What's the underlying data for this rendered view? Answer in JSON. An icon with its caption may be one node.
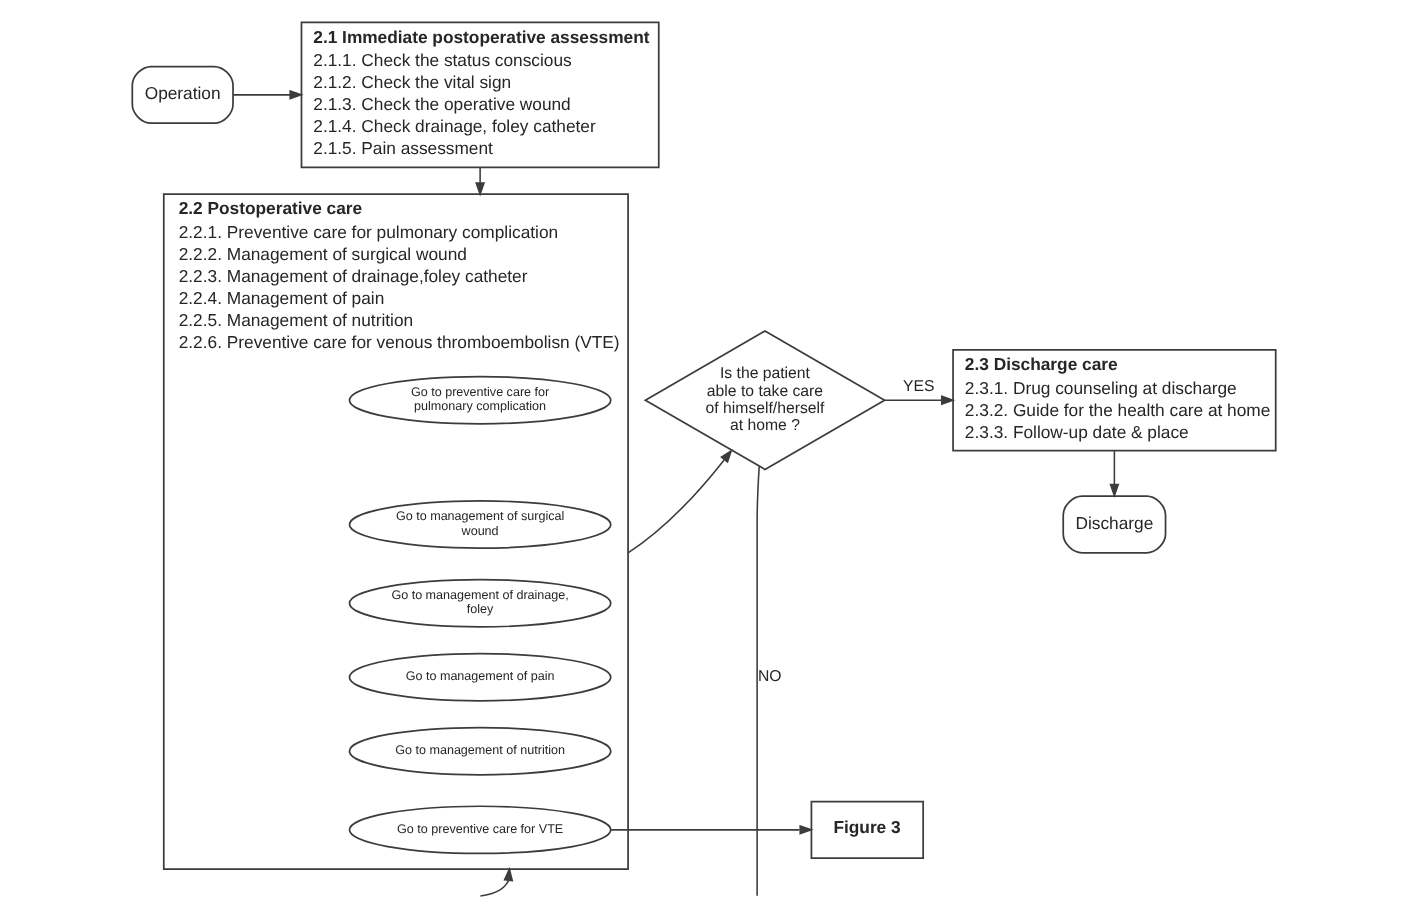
{
  "diagram": {
    "nodes": [
      {
        "text": [
          "Operation"
        ]
      },
      {
        "text": [
          "2.1 Immediate postoperative assessment",
          "2.1.1. Check the status conscious",
          "2.1.2. Check the vital sign",
          "2.1.3. Check the operative wound",
          "2.1.4. Check drainage, foley catheter",
          "2.1.5. Pain assessment"
        ]
      },
      {
        "text": [
          "2.2 Postoperative care",
          "2.2.1. Preventive care for pulmonary complication",
          "2.2.2. Management of surgical wound",
          "2.2.3. Management of drainage,foley catheter",
          "2.2.4. Management of pain",
          "2.2.5. Management of nutrition",
          "2.2.6. Preventive care for venous thromboembolisn (VTE)"
        ]
      },
      {
        "text": [
          "Go to preventive care for pulmonary complication"
        ],
        "in": 2
      },
      {
        "text": [
          "Go to management of surgical wound"
        ],
        "in": 2
      },
      {
        "text": [
          "Go to management of drainage, foley"
        ],
        "in": 2
      },
      {
        "text": [
          "Go to management of pain"
        ],
        "in": 2
      },
      {
        "text": [
          "Go to management of nutrition"
        ],
        "in": 2
      },
      {
        "text": [
          "Go to preventive care for VTE"
        ],
        "in": 2
      },
      {
        "text": [
          "Is the patient able to take care of himself/herself at home ?"
        ]
      },
      {
        "text": [
          "2.3 Discharge care",
          "2.3.1. Drug counseling at discharge",
          "2.3.2. Guide for the health care at home",
          "2.3.3. Follow-up date & place"
        ]
      },
      {
        "text": [
          "Discharge"
        ]
      },
      {
        "text": [
          "Figure 3"
        ]
      }
    ],
    "edges": [
      {
        "from": 0,
        "to": 1,
        "arrow": "to"
      },
      {
        "from": 1,
        "to": 2,
        "arrow": "to"
      },
      {
        "from": 2,
        "to": 9,
        "arrow": "to"
      },
      {
        "from": 9,
        "to": 10,
        "arrow": "to",
        "label": "YES"
      },
      {
        "from": 10,
        "to": 11,
        "arrow": "to"
      },
      {
        "from": 9,
        "to": null,
        "arrow": "none",
        "label": "NO"
      },
      {
        "from": null,
        "to": 2,
        "arrow": "to"
      },
      {
        "from": 8,
        "to": 12,
        "arrow": "to"
      }
    ]
  }
}
